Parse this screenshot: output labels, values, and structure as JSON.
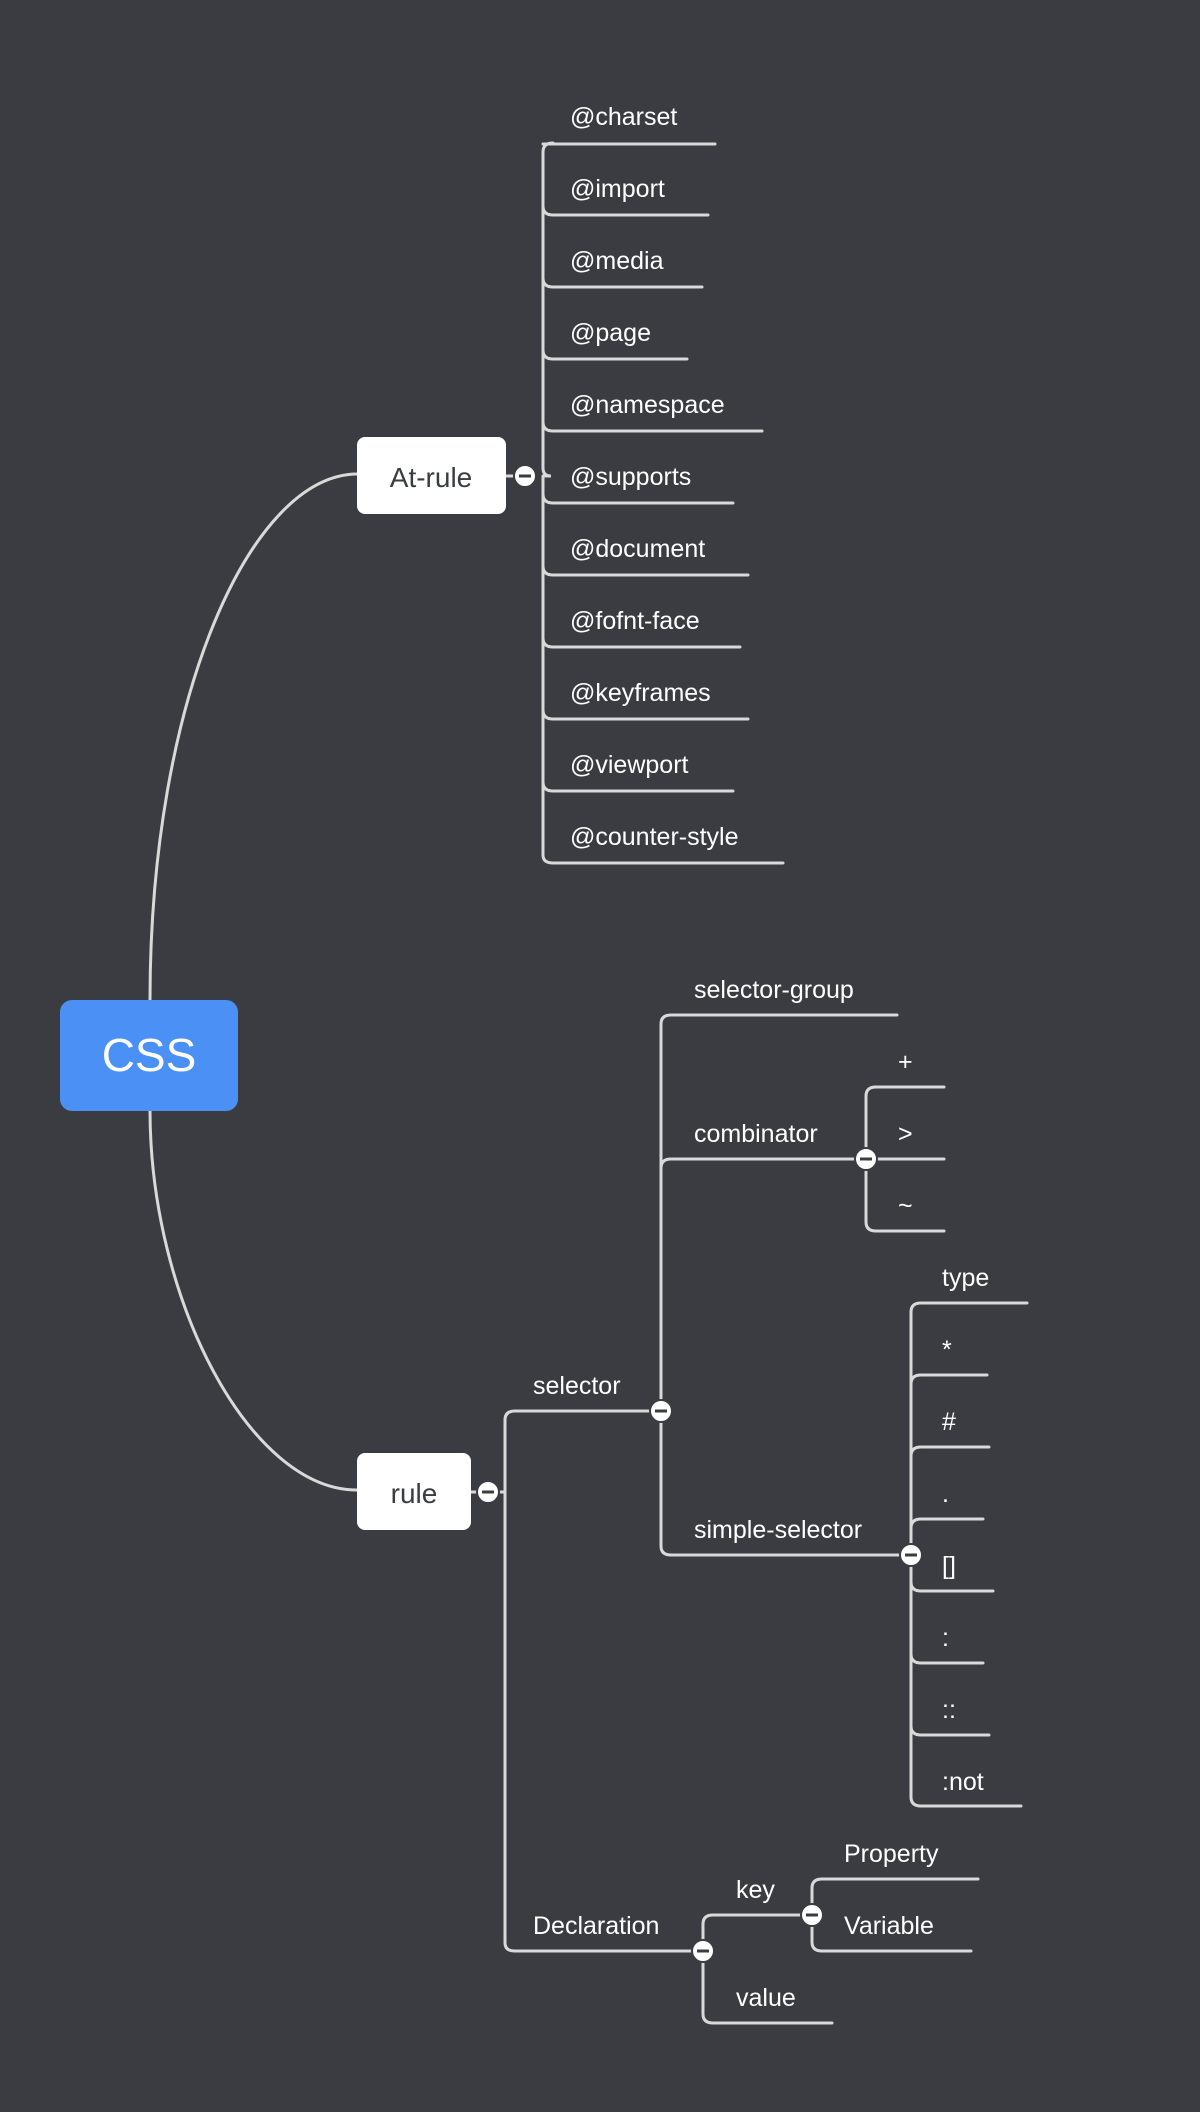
{
  "root": {
    "label": "CSS",
    "color": "#4a90f5"
  },
  "at_rule": {
    "label": "At-rule",
    "children": [
      "@charset",
      "@import",
      "@media",
      "@page",
      "@namespace",
      "@supports",
      "@document",
      "@fofnt-face",
      "@keyframes",
      "@viewport",
      "@counter-style"
    ]
  },
  "rule": {
    "label": "rule",
    "selector": {
      "label": "selector",
      "selector_group": "selector-group",
      "combinator": {
        "label": "combinator",
        "children": [
          "+",
          ">",
          "~"
        ]
      },
      "simple_selector": {
        "label": "simple-selector",
        "children": [
          "type",
          "*",
          "#",
          ".",
          "[]",
          ":",
          "::",
          ":not"
        ]
      }
    },
    "declaration": {
      "label": "Declaration",
      "key": {
        "label": "key",
        "children": [
          "Property",
          "Variable"
        ]
      },
      "value": "value"
    }
  },
  "colors": {
    "background": "#3a3c42",
    "line": "#d9d9d9",
    "node_box": "#ffffff",
    "root": "#4a90f5"
  }
}
